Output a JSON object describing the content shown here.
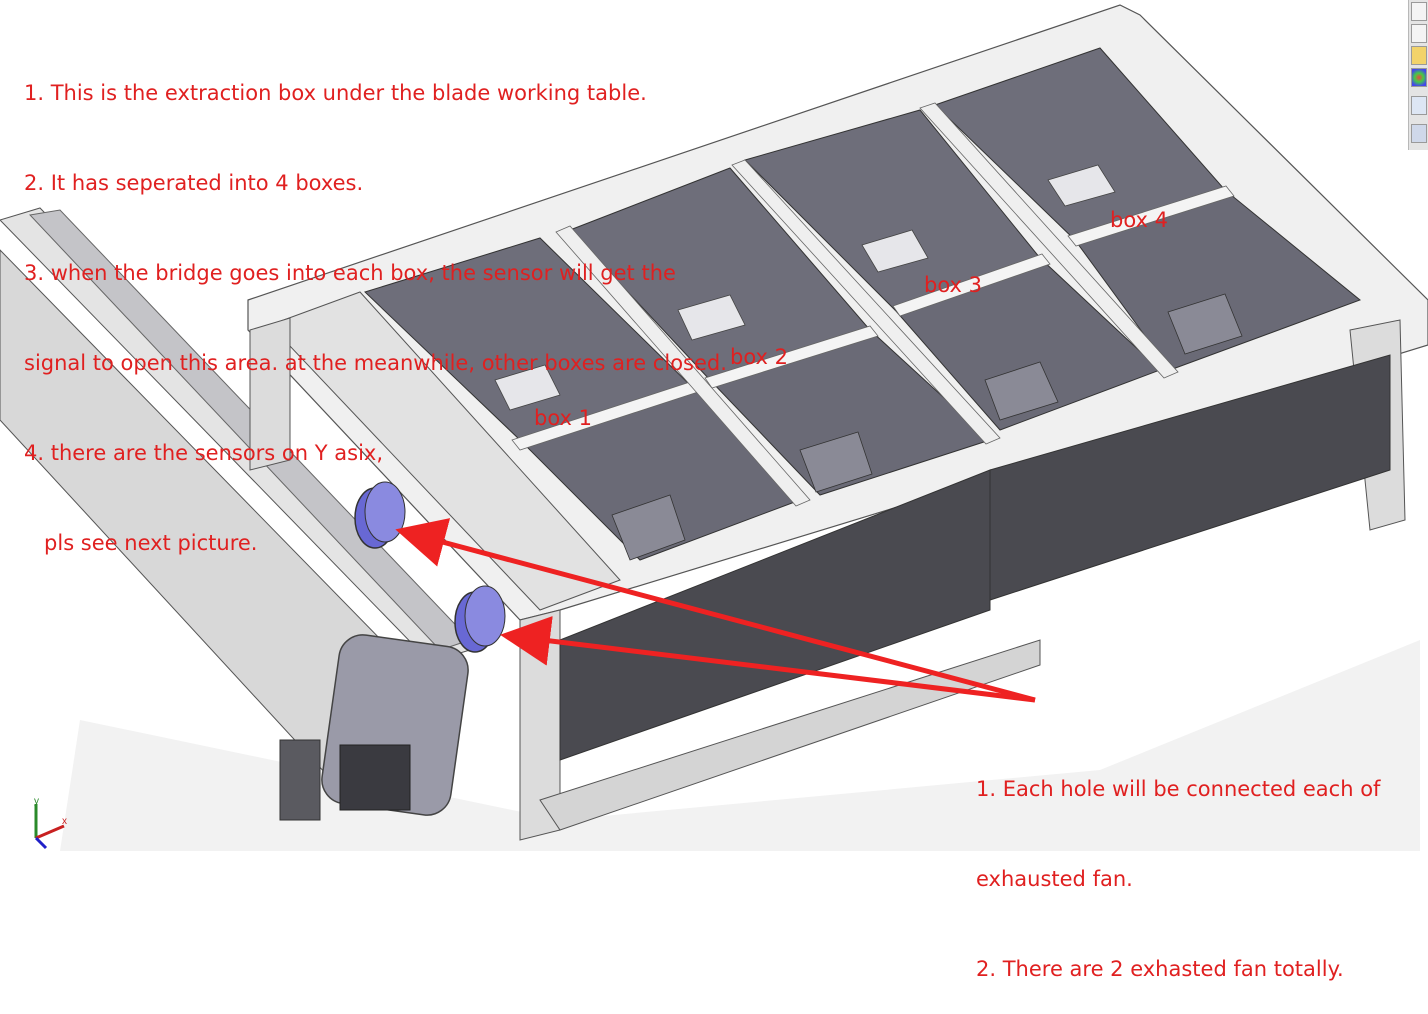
{
  "annotations": {
    "top_note": [
      "1. This is the extraction box under the blade working table.",
      "2. It has seperated into 4 boxes.",
      "3. when the bridge goes into each box, the sensor will get the",
      "signal to open this area. at the meanwhile, other boxes are closed.",
      "4. there are the sensors on Y asix,",
      "   pls see next picture."
    ],
    "bottom_note": [
      "1. Each hole will be connected each of",
      "exhausted fan.",
      "2. There are 2 exhasted fan totally."
    ]
  },
  "boxes": [
    {
      "label": "box 1"
    },
    {
      "label": "box 2"
    },
    {
      "label": "box 3"
    },
    {
      "label": "box 4"
    }
  ],
  "colors": {
    "annotation": "#e02020",
    "arrow": "#ee2222",
    "steel_light": "#e9e9e9",
    "steel_mid": "#c9c9cc",
    "box_interior": "#6e6e7a",
    "box_dark": "#4e4e5a",
    "panel_dark": "#4a4a50",
    "duct_blue": "#7070d8"
  },
  "toolbar": {
    "icons": [
      "view-icon",
      "folder-icon",
      "display-icon",
      "appearance-icon",
      "list-icon",
      "scene-icon"
    ]
  },
  "triad": {
    "x_label": "x",
    "y_label": "y"
  }
}
